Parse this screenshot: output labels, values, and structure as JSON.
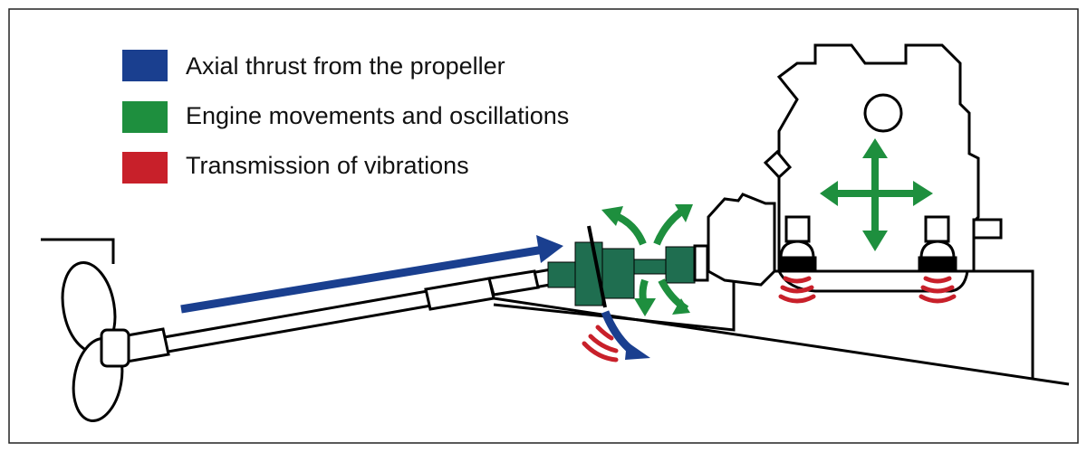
{
  "legend": [
    {
      "label": "Axial thrust from the propeller",
      "color": "#1a3f8f"
    },
    {
      "label": "Engine movements and oscillations",
      "color": "#1e8f3e"
    },
    {
      "label": "Transmission of vibrations",
      "color": "#c8202a"
    }
  ],
  "colors": {
    "coupling": "#1f6e50",
    "outline": "#000000"
  }
}
